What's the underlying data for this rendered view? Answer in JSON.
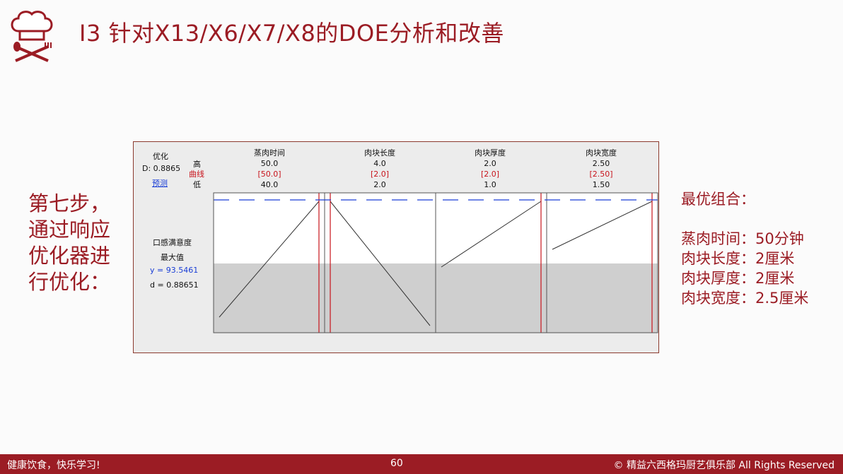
{
  "title": "I3 针对X13/X6/X7/X8的DOE分析和改善",
  "left_text": [
    "第七步，",
    "通过响应",
    "优化器进",
    "行优化："
  ],
  "right": {
    "heading": "最优组合：",
    "items": [
      "蒸肉时间：50分钟",
      "肉块长度：2厘米",
      "肉块厚度：2厘米",
      "肉块宽度：2.5厘米"
    ]
  },
  "optimizer": {
    "label_optimize": "优化",
    "d_value": "D: 0.8865",
    "predict_link": "预测",
    "row_high": "高",
    "row_curve": "曲线",
    "row_low": "低",
    "response_name": "口感满意度",
    "goal": "最大值",
    "y_value": "y = 93.5461",
    "d_small": "d = 0.88651",
    "factors": [
      {
        "name": "蒸肉时间",
        "high": "50.0",
        "cur": "[50.0]",
        "low": "40.0",
        "pos": 1.0,
        "trend": "up"
      },
      {
        "name": "肉块长度",
        "high": "4.0",
        "cur": "[2.0]",
        "low": "2.0",
        "pos": 0.0,
        "trend": "down"
      },
      {
        "name": "肉块厚度",
        "high": "2.0",
        "cur": "[2.0]",
        "low": "1.0",
        "pos": 1.0,
        "trend": "up-small"
      },
      {
        "name": "肉块宽度",
        "high": "2.50",
        "cur": "[2.50]",
        "low": "1.50",
        "pos": 1.0,
        "trend": "up-smaller"
      }
    ]
  },
  "footer": {
    "left": "健康饮食，快乐学习!",
    "page": "60",
    "right": "© 精益六西格玛厨艺俱乐部     All Rights Reserved"
  },
  "colors": {
    "brand": "#9b1c24",
    "curve_red": "#c8141c",
    "dash_blue": "#1a3ed6"
  },
  "icons": {
    "logo": "chef-hat-fork-spoon-icon"
  }
}
